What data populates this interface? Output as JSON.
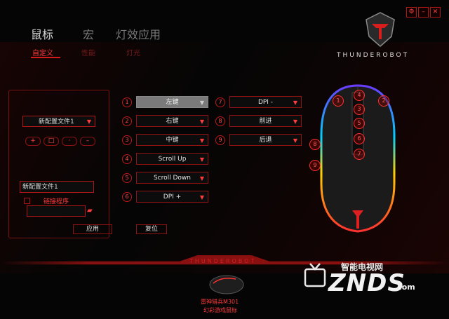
{
  "window_controls": [
    "⚙",
    "–",
    "✕"
  ],
  "top_tabs": [
    "鼠标",
    "宏",
    "灯效应用"
  ],
  "sub_tabs": [
    "自定义",
    "性能",
    "灯光"
  ],
  "brand_logo_text": "THUNDEROBOT",
  "left_panel": {
    "profile_dropdown_value": "新配置文件1",
    "toolbar_buttons": [
      "+",
      "□",
      "·",
      "–"
    ],
    "profile_name_value": "新配置文件1",
    "link_program_label": "链接程序",
    "apply_label": "应用"
  },
  "reset_label": "复位",
  "mapping": [
    {
      "num": "1",
      "value": "左键"
    },
    {
      "num": "2",
      "value": "右键"
    },
    {
      "num": "3",
      "value": "中键"
    },
    {
      "num": "4",
      "value": "Scroll Up"
    },
    {
      "num": "5",
      "value": "Scroll Down"
    },
    {
      "num": "6",
      "value": "DPI +"
    },
    {
      "num": "7",
      "value": "DPI -"
    },
    {
      "num": "8",
      "value": "前进"
    },
    {
      "num": "9",
      "value": "后退"
    }
  ],
  "mouse_markers": [
    "1",
    "2",
    "4",
    "3",
    "5",
    "6",
    "7",
    "8",
    "9"
  ],
  "bottom_logo_text": "THUNDEROBOT",
  "product": {
    "line1": "雷神猎兵M301",
    "line2": "幻彩游戏鼠标"
  },
  "watermark": {
    "cn": "智能电视网",
    "big": "ZNDS",
    "com": ".com"
  },
  "colors": {
    "accent": "#d41a1a",
    "background": "#050505"
  }
}
